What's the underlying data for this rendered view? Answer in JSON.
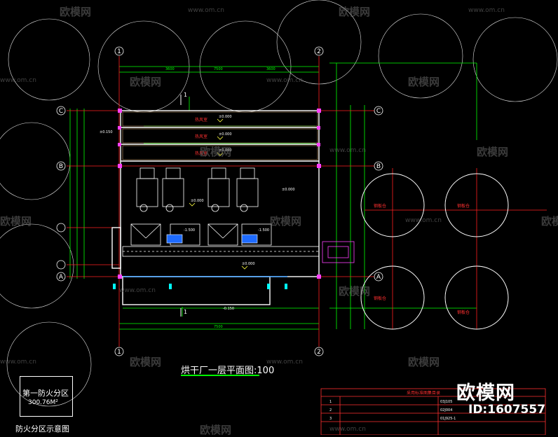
{
  "drawing": {
    "title": "烘干厂一层平面图",
    "scale": ":100"
  },
  "fire_zone": {
    "name": "第一防火分区",
    "area": "300.76M²",
    "caption": "防火分区示意图"
  },
  "axes": {
    "vertical": [
      "1",
      "2"
    ],
    "horizontal": [
      "C",
      "B",
      "A"
    ]
  },
  "rooms": [
    "热风室",
    "热风室",
    "热风室"
  ],
  "elevations": [
    "±0.000",
    "±0.000",
    "±0.000",
    "±0.000",
    "±0.000",
    "-1.500",
    "-1.500",
    "±0.000",
    "±0.150",
    "-0.150"
  ],
  "silos": [
    "钢板仓",
    "钢板仓",
    "钢板仓",
    "钢板仓"
  ],
  "table": {
    "title": "采用标准图集目录",
    "rows": [
      {
        "no": "1",
        "code": "03J105"
      },
      {
        "no": "2",
        "code": "02J004"
      },
      {
        "no": "3",
        "code": "01J925-1"
      }
    ]
  },
  "watermark": {
    "brand": "欧模网",
    "url": "www.om.cn",
    "id": "ID:1607557"
  },
  "colors": {
    "background": "#000000",
    "wall": "#ffffff",
    "axis": "#ff0000",
    "dimension": "#00ff00",
    "column": "#ff00ff",
    "silo": "#ffffff"
  }
}
